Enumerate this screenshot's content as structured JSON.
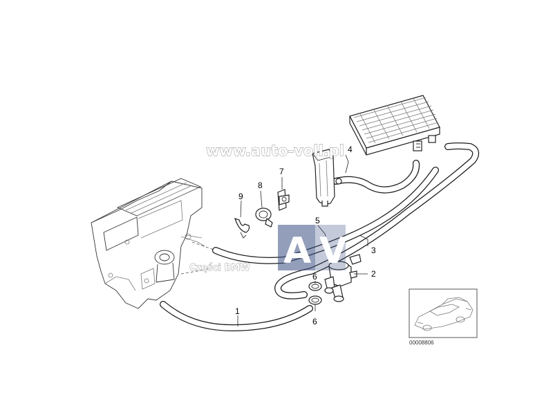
{
  "diagram": {
    "callouts": [
      {
        "id": "part-1",
        "label": "1"
      },
      {
        "id": "part-2",
        "label": "2"
      },
      {
        "id": "part-3",
        "label": "3"
      },
      {
        "id": "part-4",
        "label": "4"
      },
      {
        "id": "part-5",
        "label": "5"
      },
      {
        "id": "part-6-upper",
        "label": "6"
      },
      {
        "id": "part-6-lower",
        "label": "6"
      },
      {
        "id": "part-7",
        "label": "7"
      },
      {
        "id": "part-8",
        "label": "8"
      },
      {
        "id": "part-9",
        "label": "9"
      }
    ],
    "watermark": {
      "url": "www.auto-voll.pl",
      "logo_left": "A",
      "logo_right": "V",
      "subtitle": "Części BMW",
      "logo_color": "#3a4f82"
    },
    "diagram_number": "00008806"
  }
}
